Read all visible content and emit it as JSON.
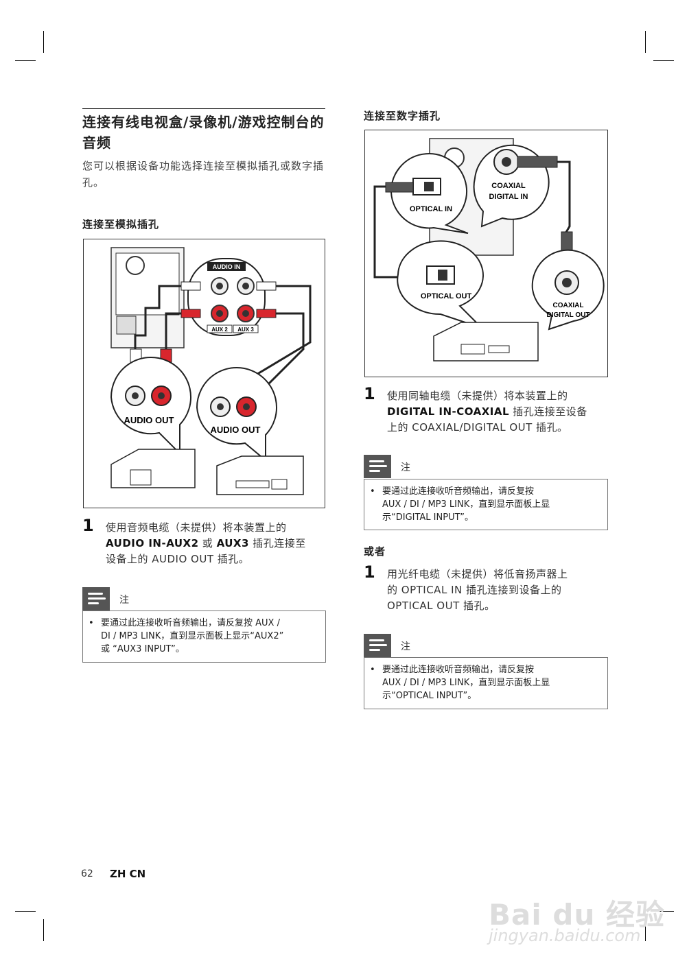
{
  "left": {
    "title": "连接有线电视盒/录像机/游戏控制台的音频",
    "intro": "您可以根据设备功能选择连接至模拟插孔或数字插孔。",
    "analog_heading": "连接至模拟插孔",
    "fig_labels": {
      "audio_in": "AUDIO IN",
      "aux2": "AUX 2",
      "aux3": "AUX 3",
      "audio_out_1": "AUDIO OUT",
      "audio_out_2": "AUDIO OUT"
    },
    "step_num": "1",
    "step_a": "使用音频电缆（未提供）将本装置上的",
    "step_b1": "AUDIO IN-AUX2",
    "step_b2": " 或 ",
    "step_b3": "AUX3",
    "step_b4": " 插孔连接至",
    "step_c": "设备上的 AUDIO OUT 插孔。",
    "note_label": "注",
    "note_bullet": "•",
    "note_1": "要通过此连接收听音频输出，请反复按 AUX /",
    "note_2": "DI / MP3 LINK，直到显示面板上显示“AUX2”",
    "note_3": "或 “AUX3 INPUT”。"
  },
  "right": {
    "digital_heading": "连接至数字插孔",
    "fig_labels": {
      "optical_in": "OPTICAL IN",
      "coaxial_in_1": "COAXIAL",
      "coaxial_in_2": "DIGITAL IN",
      "optical_out": "OPTICAL OUT",
      "coaxial_out_1": "COAXIAL",
      "coaxial_out_2": "DIGITAL OUT"
    },
    "step1_num": "1",
    "step1_a": "使用同轴电缆（未提供）将本装置上的",
    "step1_b1": "DIGITAL IN-COAXIAL",
    "step1_b2": " 插孔连接至设备",
    "step1_c": "上的 COAXIAL/DIGITAL OUT 插孔。",
    "note1_label": "注",
    "note1_bullet": "•",
    "note1_1": "要通过此连接收听音频输出，请反复按",
    "note1_2": "AUX / DI / MP3 LINK，直到显示面板上显",
    "note1_3": "示“DIGITAL INPUT”。",
    "or_heading": "或者",
    "step2_num": "1",
    "step2_a": "用光纤电缆（未提供）将低音扬声器上",
    "step2_b": "的 OPTICAL IN 插孔连接到设备上的",
    "step2_c": "OPTICAL OUT 插孔。",
    "note2_label": "注",
    "note2_bullet": "•",
    "note2_1": "要通过此连接收听音频输出，请反复按",
    "note2_2": "AUX / DI / MP3 LINK，直到显示面板上显",
    "note2_3": "示“OPTICAL INPUT”。"
  },
  "footer": {
    "page": "62",
    "lang": "ZH CN"
  },
  "watermark": {
    "main": "Bai du 经验",
    "sub": "jingyan.baidu.com"
  }
}
